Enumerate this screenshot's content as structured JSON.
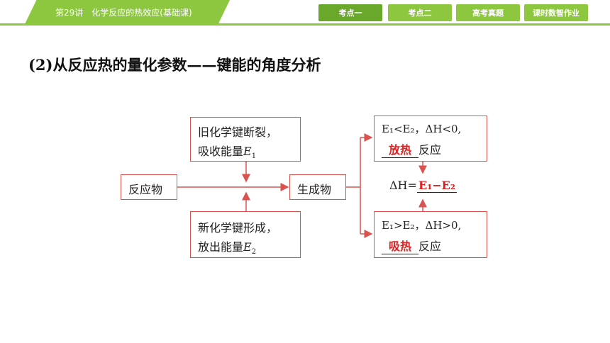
{
  "header": {
    "title": "第29讲　化学反应的热效应(基础课)",
    "nav": [
      "考点一",
      "考点二",
      "高考真题",
      "课时数智作业"
    ]
  },
  "heading": "(2)从反应热的量化参数——键能的角度分析",
  "diagram": {
    "reactant": "反应物",
    "product": "生成物",
    "break_bonds": {
      "line1": "旧化学键断裂，",
      "line2_text": "吸收能量",
      "var": "E",
      "sub": "1"
    },
    "form_bonds": {
      "line1": "新化学键形成，",
      "line2_text": "放出能量",
      "var": "E",
      "sub": "2"
    },
    "case_exo": {
      "cond": "E₁<E₂，ΔH<0,",
      "answer": "放热",
      "suffix": "反应"
    },
    "case_endo": {
      "cond": "E₁>E₂，ΔH>0,",
      "answer": "吸热",
      "suffix": "反应"
    },
    "delta_h": {
      "prefix": "ΔH=",
      "answer": "E₁−E₂"
    }
  },
  "colors": {
    "accent": "#8dc63f",
    "box_border": "#d9534f",
    "answer": "#e02020"
  }
}
